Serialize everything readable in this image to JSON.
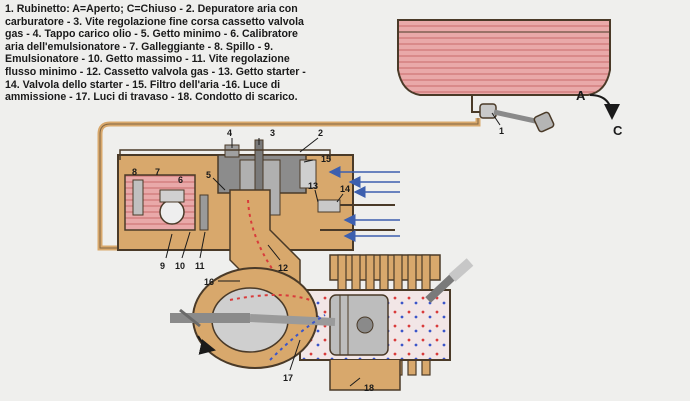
{
  "legend": {
    "lines": [
      "1. Rubinetto: A=Aperto; C=Chiuso - 2. Depuratore aria con",
      "carburatore - 3. Vite regolazione fine corsa cassetto valvola",
      "gas - 4. Tappo carico olio - 5. Getto minimo - 6. Calibratore",
      "aria dell'emulsionatore - 7. Galleggiante - 8. Spillo - 9.",
      "Emulsionatore - 10. Getto massimo - 11. Vite regolazione",
      "flusso minimo - 12. Cassetto valvola gas - 13. Getto starter -",
      "14. Valvola dello starter - 15. Filtro dell'aria -16. Luce di",
      "ammissione - 17. Luci di travaso - 18. Condotto di scarico."
    ]
  },
  "labels": {
    "n1": "1",
    "n2": "2",
    "n3": "3",
    "n4": "4",
    "n5": "5",
    "n6": "6",
    "n7": "7",
    "n8": "8",
    "n9": "9",
    "n10": "10",
    "n11": "11",
    "n12": "12",
    "n13": "13",
    "n14": "14",
    "n15": "15",
    "n16": "16",
    "n17": "17",
    "n18": "18",
    "a": "A",
    "c": "C"
  },
  "colors": {
    "background": "#efefed",
    "fuel": "#e9a9a9",
    "metal": "#d8a86c",
    "outline": "#4a3a28",
    "air_arrow": "#3d5fae"
  }
}
